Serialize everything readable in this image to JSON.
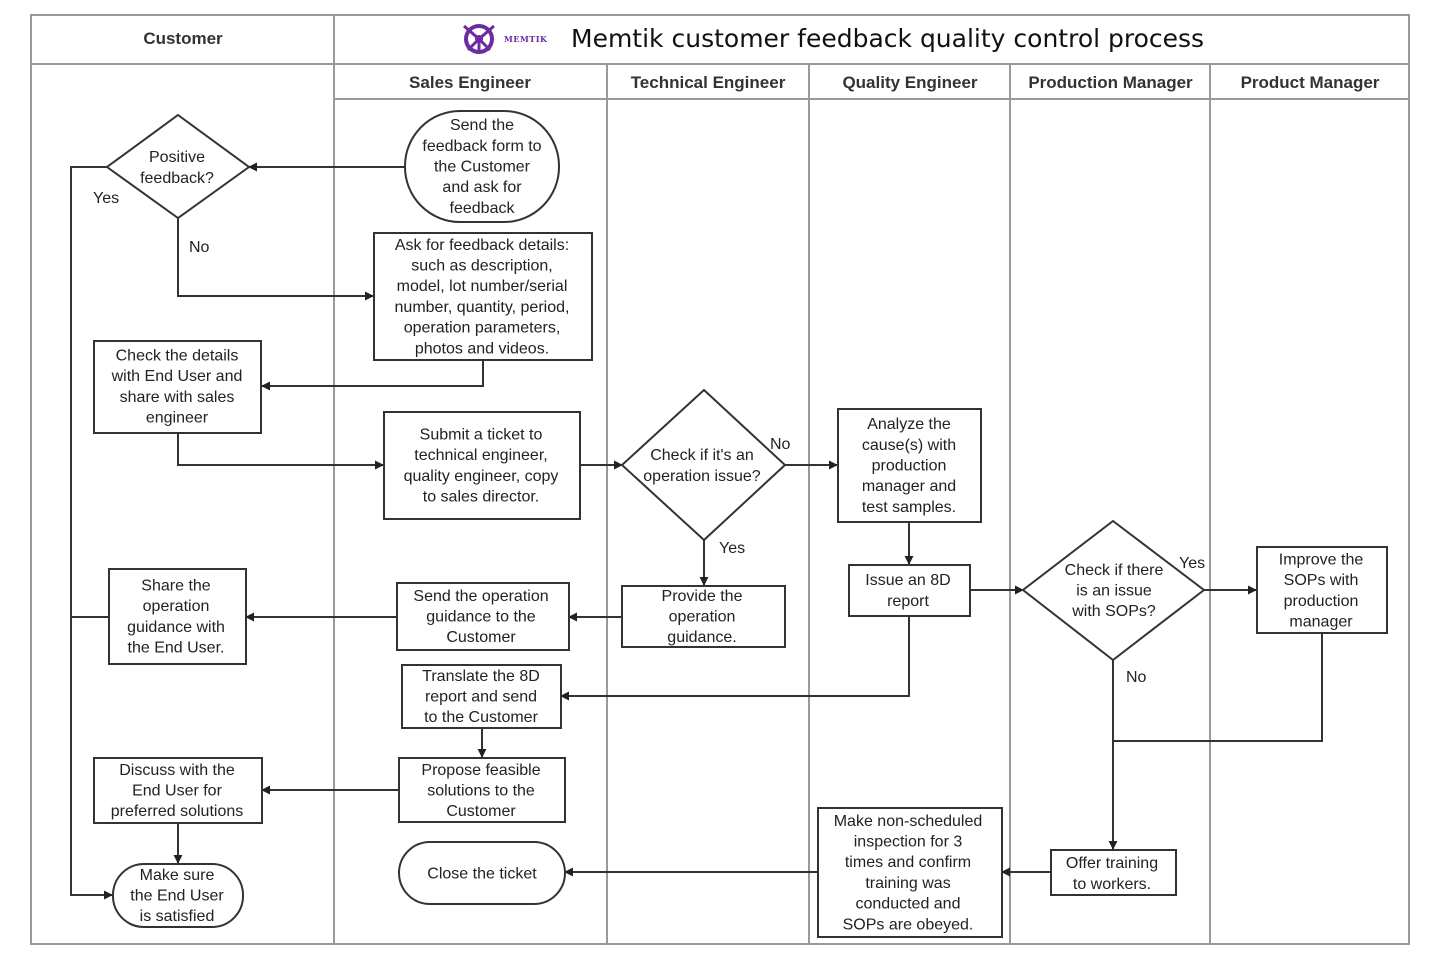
{
  "header": {
    "brand": "MEMTIK",
    "title": "Memtik customer feedback quality control process",
    "brand_color": "#6a2ca0"
  },
  "lanes": {
    "customer": "Customer",
    "sales": "Sales Engineer",
    "technical": "Technical Engineer",
    "quality": "Quality Engineer",
    "production": "Production Manager",
    "product": "Product Manager"
  },
  "nodes": {
    "send_form": [
      "Send the",
      "feedback form to",
      "the Customer",
      "and ask for",
      "feedback"
    ],
    "positive": [
      "Positive",
      "feedback?"
    ],
    "ask_details": [
      "Ask for feedback details:",
      "such as description,",
      "model, lot number/serial",
      "number, quantity, period,",
      "operation parameters,",
      "photos and videos."
    ],
    "check_details": [
      "Check the details",
      "with End User and",
      "share with sales",
      "engineer"
    ],
    "submit_ticket": [
      "Submit a ticket to",
      "technical engineer,",
      "quality engineer, copy",
      "to sales director."
    ],
    "operation_issue": [
      "Check if it's an",
      "operation issue?"
    ],
    "analyze": [
      "Analyze the",
      "cause(s) with",
      "production",
      "manager and",
      "test samples."
    ],
    "provide_guidance": [
      "Provide the",
      "operation",
      "guidance."
    ],
    "send_guidance": [
      "Send the operation",
      "guidance to the",
      "Customer"
    ],
    "share_guidance": [
      "Share the",
      "operation",
      "guidance with",
      "the End User."
    ],
    "issue_8d": [
      "Issue an 8D",
      "report"
    ],
    "sop_issue": [
      "Check if there",
      "is an issue",
      "with SOPs?"
    ],
    "improve_sops": [
      "Improve the",
      "SOPs with",
      "production",
      "manager"
    ],
    "translate_8d": [
      "Translate the 8D",
      "report and send",
      "to the Customer"
    ],
    "propose": [
      "Propose feasible",
      "solutions to the",
      "Customer"
    ],
    "discuss": [
      "Discuss with the",
      "End User for",
      "preferred solutions"
    ],
    "make_sure": [
      "Make sure",
      "the End User",
      "is satisfied"
    ],
    "close_ticket": [
      "Close the ticket"
    ],
    "inspection": [
      "Make non-scheduled",
      "inspection for 3",
      "times and confirm",
      "training was",
      "conducted and",
      "SOPs are obeyed."
    ],
    "offer_training": [
      "Offer training",
      "to workers."
    ]
  },
  "edge_labels": {
    "positive_yes": "Yes",
    "positive_no": "No",
    "operation_no": "No",
    "operation_yes": "Yes",
    "sop_yes": "Yes",
    "sop_no": "No"
  }
}
